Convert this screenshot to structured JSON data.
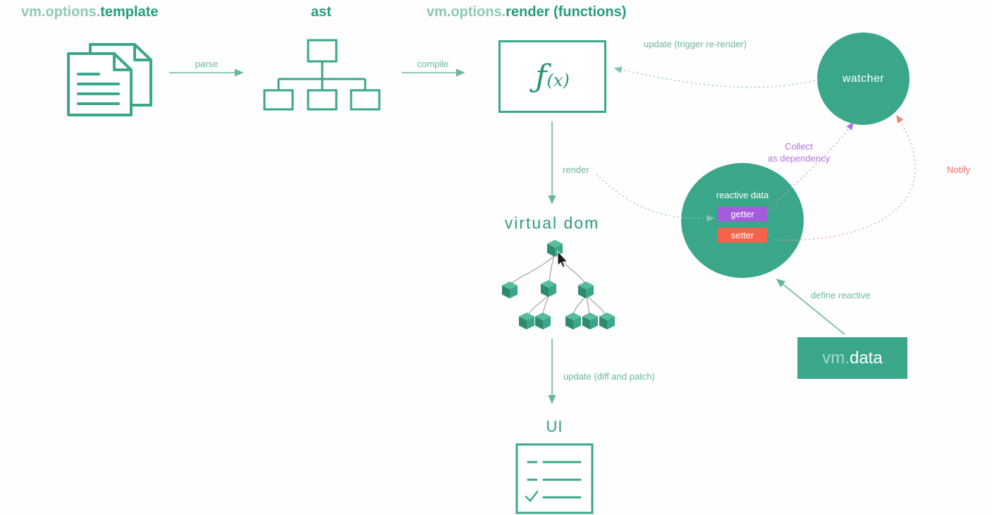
{
  "diagram": {
    "top_labels": {
      "template_prefix": "vm.options.",
      "template_name": "template",
      "ast": "ast",
      "render_prefix": "vm.options.",
      "render_name": "render (functions)"
    },
    "fx_box": {
      "f": "ƒ",
      "rest": "(x)"
    },
    "arrow_labels": {
      "parse": "parse",
      "compile": "compile",
      "render": "render",
      "update_diff": "update (diff and patch)",
      "update_trigger": "update (trigger re-render)",
      "define_reactive": "define reactive",
      "collect_line1": "Collect",
      "collect_line2": "as dependency",
      "notify": "Notify"
    },
    "nodes": {
      "virtual_dom": "virtual dom",
      "ui": "UI",
      "watcher": "watcher",
      "reactive_data": "reactive data",
      "getter": "getter",
      "setter": "setter",
      "vm_data_prefix": "vm.",
      "vm_data_name": "data"
    },
    "colors": {
      "green": "#3aa78a",
      "green_text": "#259c7c",
      "green_light_text": "#8ec9b5",
      "arrow_green": "#66b79e",
      "purple": "#b173e2",
      "red": "#f0716a",
      "getter_bg": "#a55cdb",
      "setter_bg": "#f4624b"
    }
  }
}
